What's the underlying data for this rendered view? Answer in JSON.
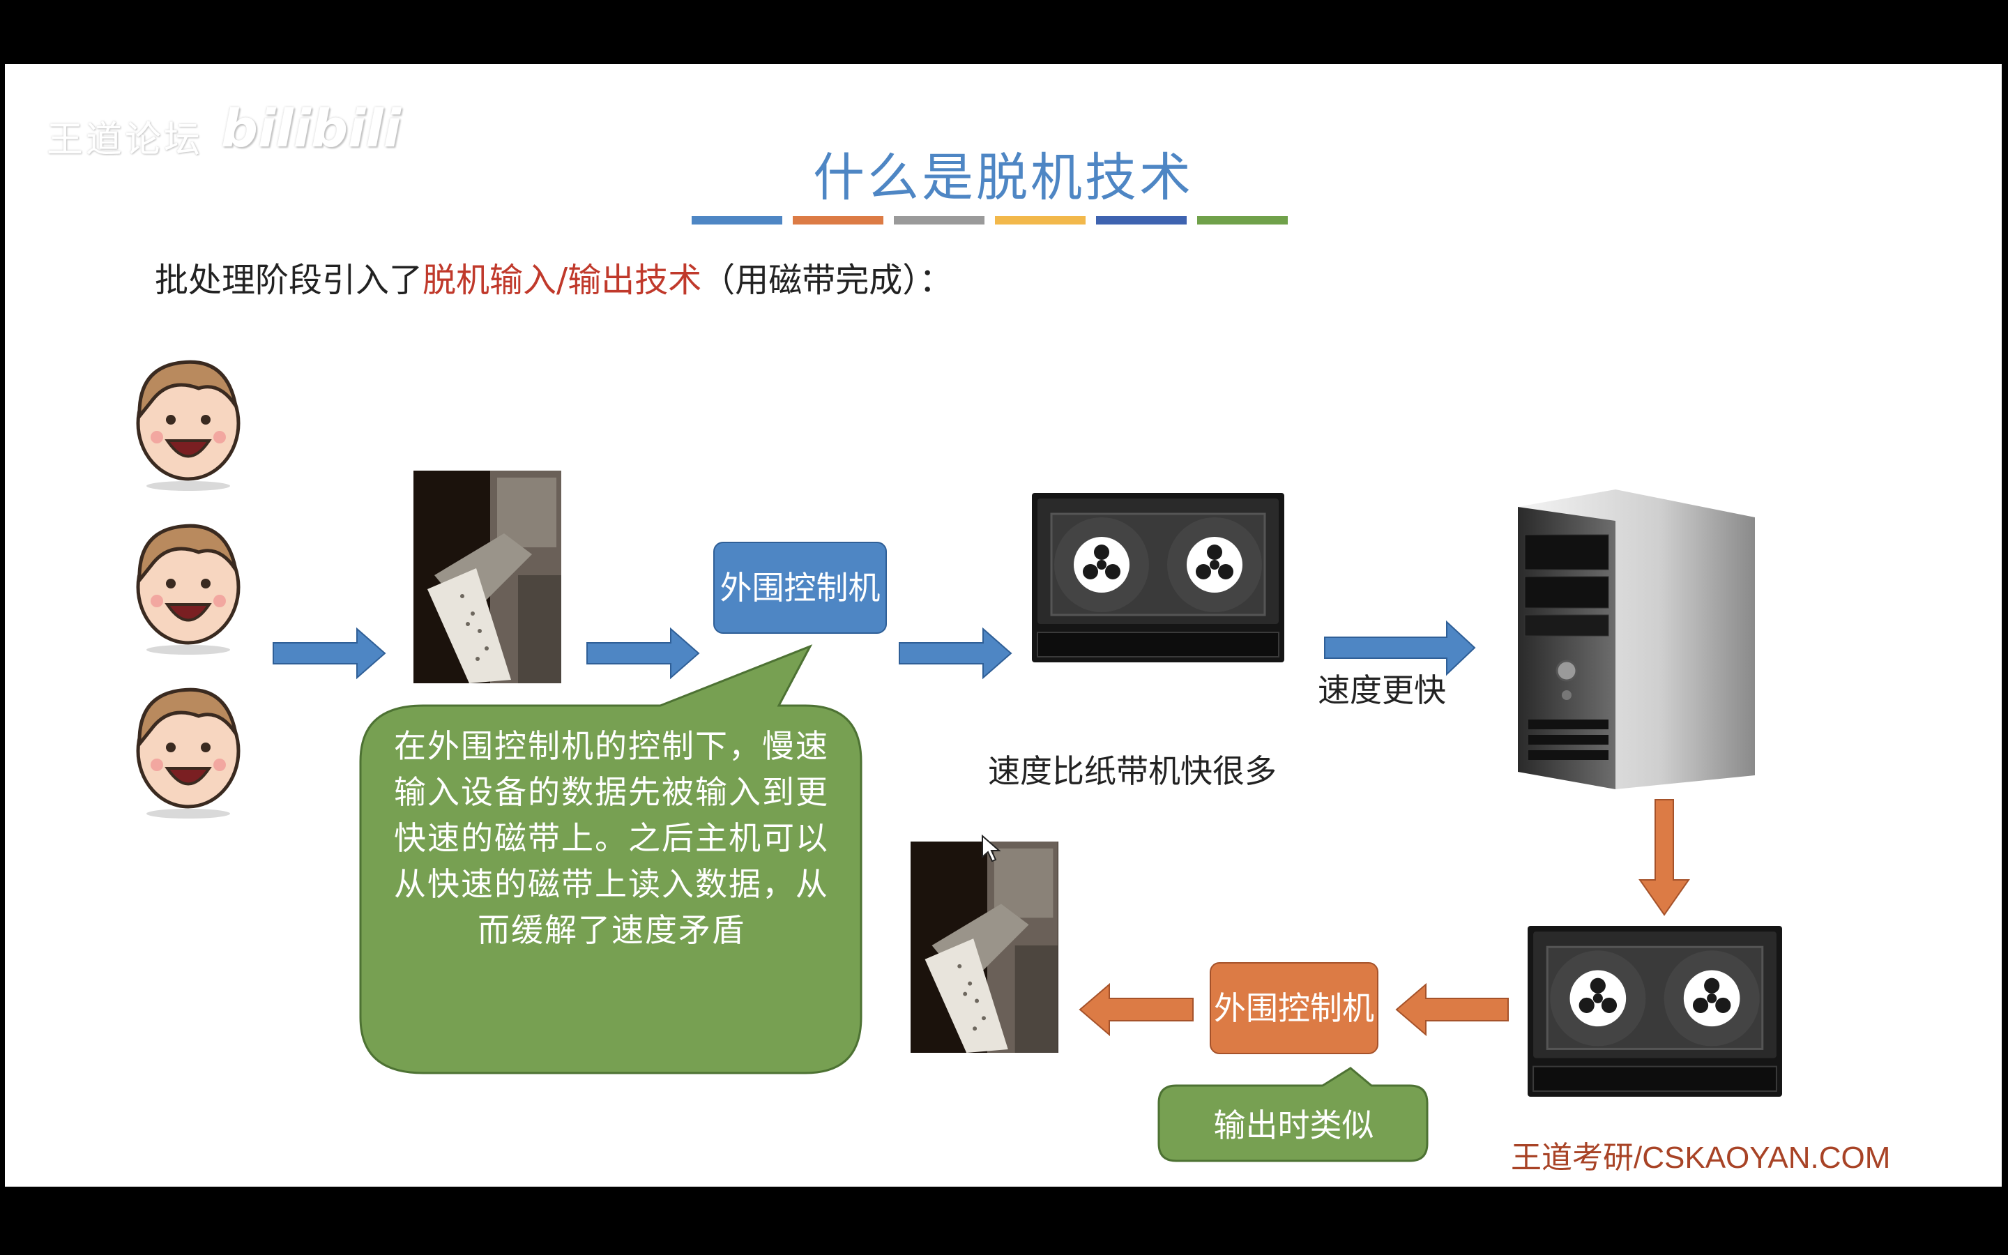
{
  "watermark": {
    "text": "王道论坛",
    "logo": "bilibili"
  },
  "slide": {
    "title": "什么是脱机技术",
    "title_bar_colors": [
      "#4e86c4",
      "#dc7b45",
      "#9a9a9a",
      "#f2b84b",
      "#3e63b0",
      "#70a14a"
    ],
    "intro_prefix": "批处理阶段引入了",
    "intro_highlight": "脱机输入/输出技术",
    "intro_suffix": "（用磁带完成）：",
    "input_controller": "外围控制机",
    "speed_vs_computer": "速度更快",
    "tape_speed_note": "速度比纸带机快很多",
    "explanation": "在外围控制机的控制下，慢速输入设备的数据先被输入到更快速的磁带上。之后主机可以从快速的磁带上读入数据，从而缓解了速度矛盾",
    "output_controller": "外围控制机",
    "output_note": "输出时类似",
    "brand": "王道考研/CSKAOYAN.COM"
  },
  "colors": {
    "blue": "#4e86c4",
    "orange": "#dc7b45",
    "green": "#77a052",
    "red_highlight": "#c0392b",
    "brand": "#a84326"
  }
}
